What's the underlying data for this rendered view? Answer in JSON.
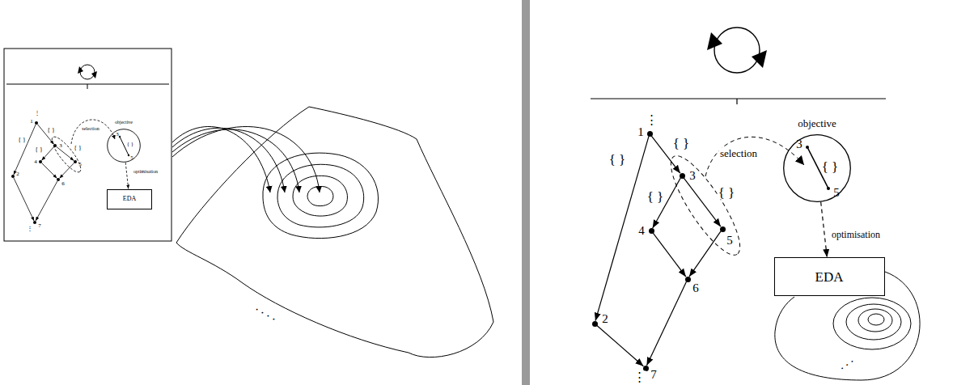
{
  "diagram": {
    "nodes": [
      {
        "text": [
          "1"
        ]
      },
      {
        "text": [
          "2"
        ]
      },
      {
        "text": [
          "3"
        ]
      },
      {
        "text": [
          "4"
        ]
      },
      {
        "text": [
          "5"
        ]
      },
      {
        "text": [
          "6"
        ]
      },
      {
        "text": [
          "7"
        ]
      },
      {
        "text": [
          "objective",
          "3",
          "{ }",
          "5"
        ]
      },
      {
        "text": [
          "EDA"
        ]
      },
      {
        "text": [
          "1"
        ]
      },
      {
        "text": [
          "2"
        ]
      },
      {
        "text": [
          "3"
        ]
      },
      {
        "text": [
          "4"
        ]
      },
      {
        "text": [
          "5"
        ]
      },
      {
        "text": [
          "6"
        ]
      },
      {
        "text": [
          "7"
        ]
      },
      {
        "text": [
          "objective",
          "3",
          "{ }",
          "5"
        ]
      },
      {
        "text": [
          "EDA"
        ]
      }
    ],
    "edges": [
      {
        "from": 0,
        "to": 1,
        "arrow": "to",
        "label": "{ }"
      },
      {
        "from": 0,
        "to": 2,
        "arrow": "to",
        "label": "{ }"
      },
      {
        "from": 2,
        "to": 3,
        "arrow": "to",
        "label": "{ }"
      },
      {
        "from": 2,
        "to": 4,
        "arrow": "to",
        "label": "{ }"
      },
      {
        "from": 3,
        "to": 5,
        "arrow": "to"
      },
      {
        "from": 4,
        "to": 5,
        "arrow": "to"
      },
      {
        "from": 1,
        "to": 6,
        "arrow": "to"
      },
      {
        "from": 5,
        "to": 6,
        "arrow": "to"
      },
      {
        "from": 7,
        "to": 8,
        "arrow": "to",
        "label": "optimisation"
      },
      {
        "from": 9,
        "to": 10,
        "arrow": "to",
        "label": "{ }"
      },
      {
        "from": 9,
        "to": 11,
        "arrow": "to",
        "label": "{ }"
      },
      {
        "from": 11,
        "to": 12,
        "arrow": "to",
        "label": "{ }"
      },
      {
        "from": 11,
        "to": 13,
        "arrow": "to",
        "label": "{ }"
      },
      {
        "from": 12,
        "to": 14,
        "arrow": "to"
      },
      {
        "from": 13,
        "to": 14,
        "arrow": "to"
      },
      {
        "from": 10,
        "to": 15,
        "arrow": "to"
      },
      {
        "from": 14,
        "to": 15,
        "arrow": "to"
      },
      {
        "from": 16,
        "to": 17,
        "arrow": "to",
        "label": "optimisation"
      }
    ],
    "labels": [
      "⋮",
      "⋮",
      "selection",
      ". . . .",
      "⋮",
      "⋮",
      "selection",
      ". . ."
    ]
  }
}
